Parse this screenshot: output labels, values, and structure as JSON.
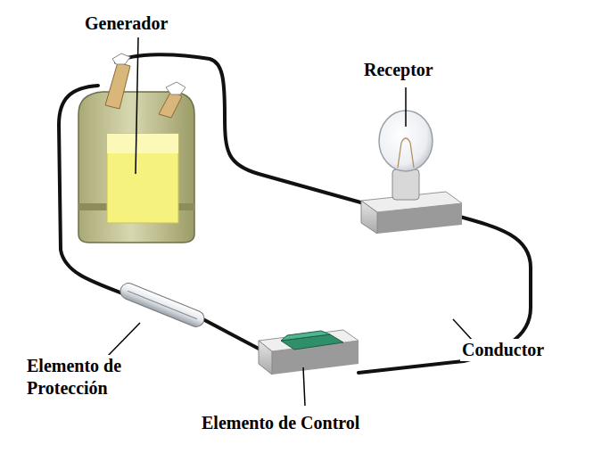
{
  "diagram": {
    "labels": [
      "Generador",
      "Receptor",
      "Elemento de Protección",
      "Elemento de Control",
      "Conductor"
    ]
  }
}
